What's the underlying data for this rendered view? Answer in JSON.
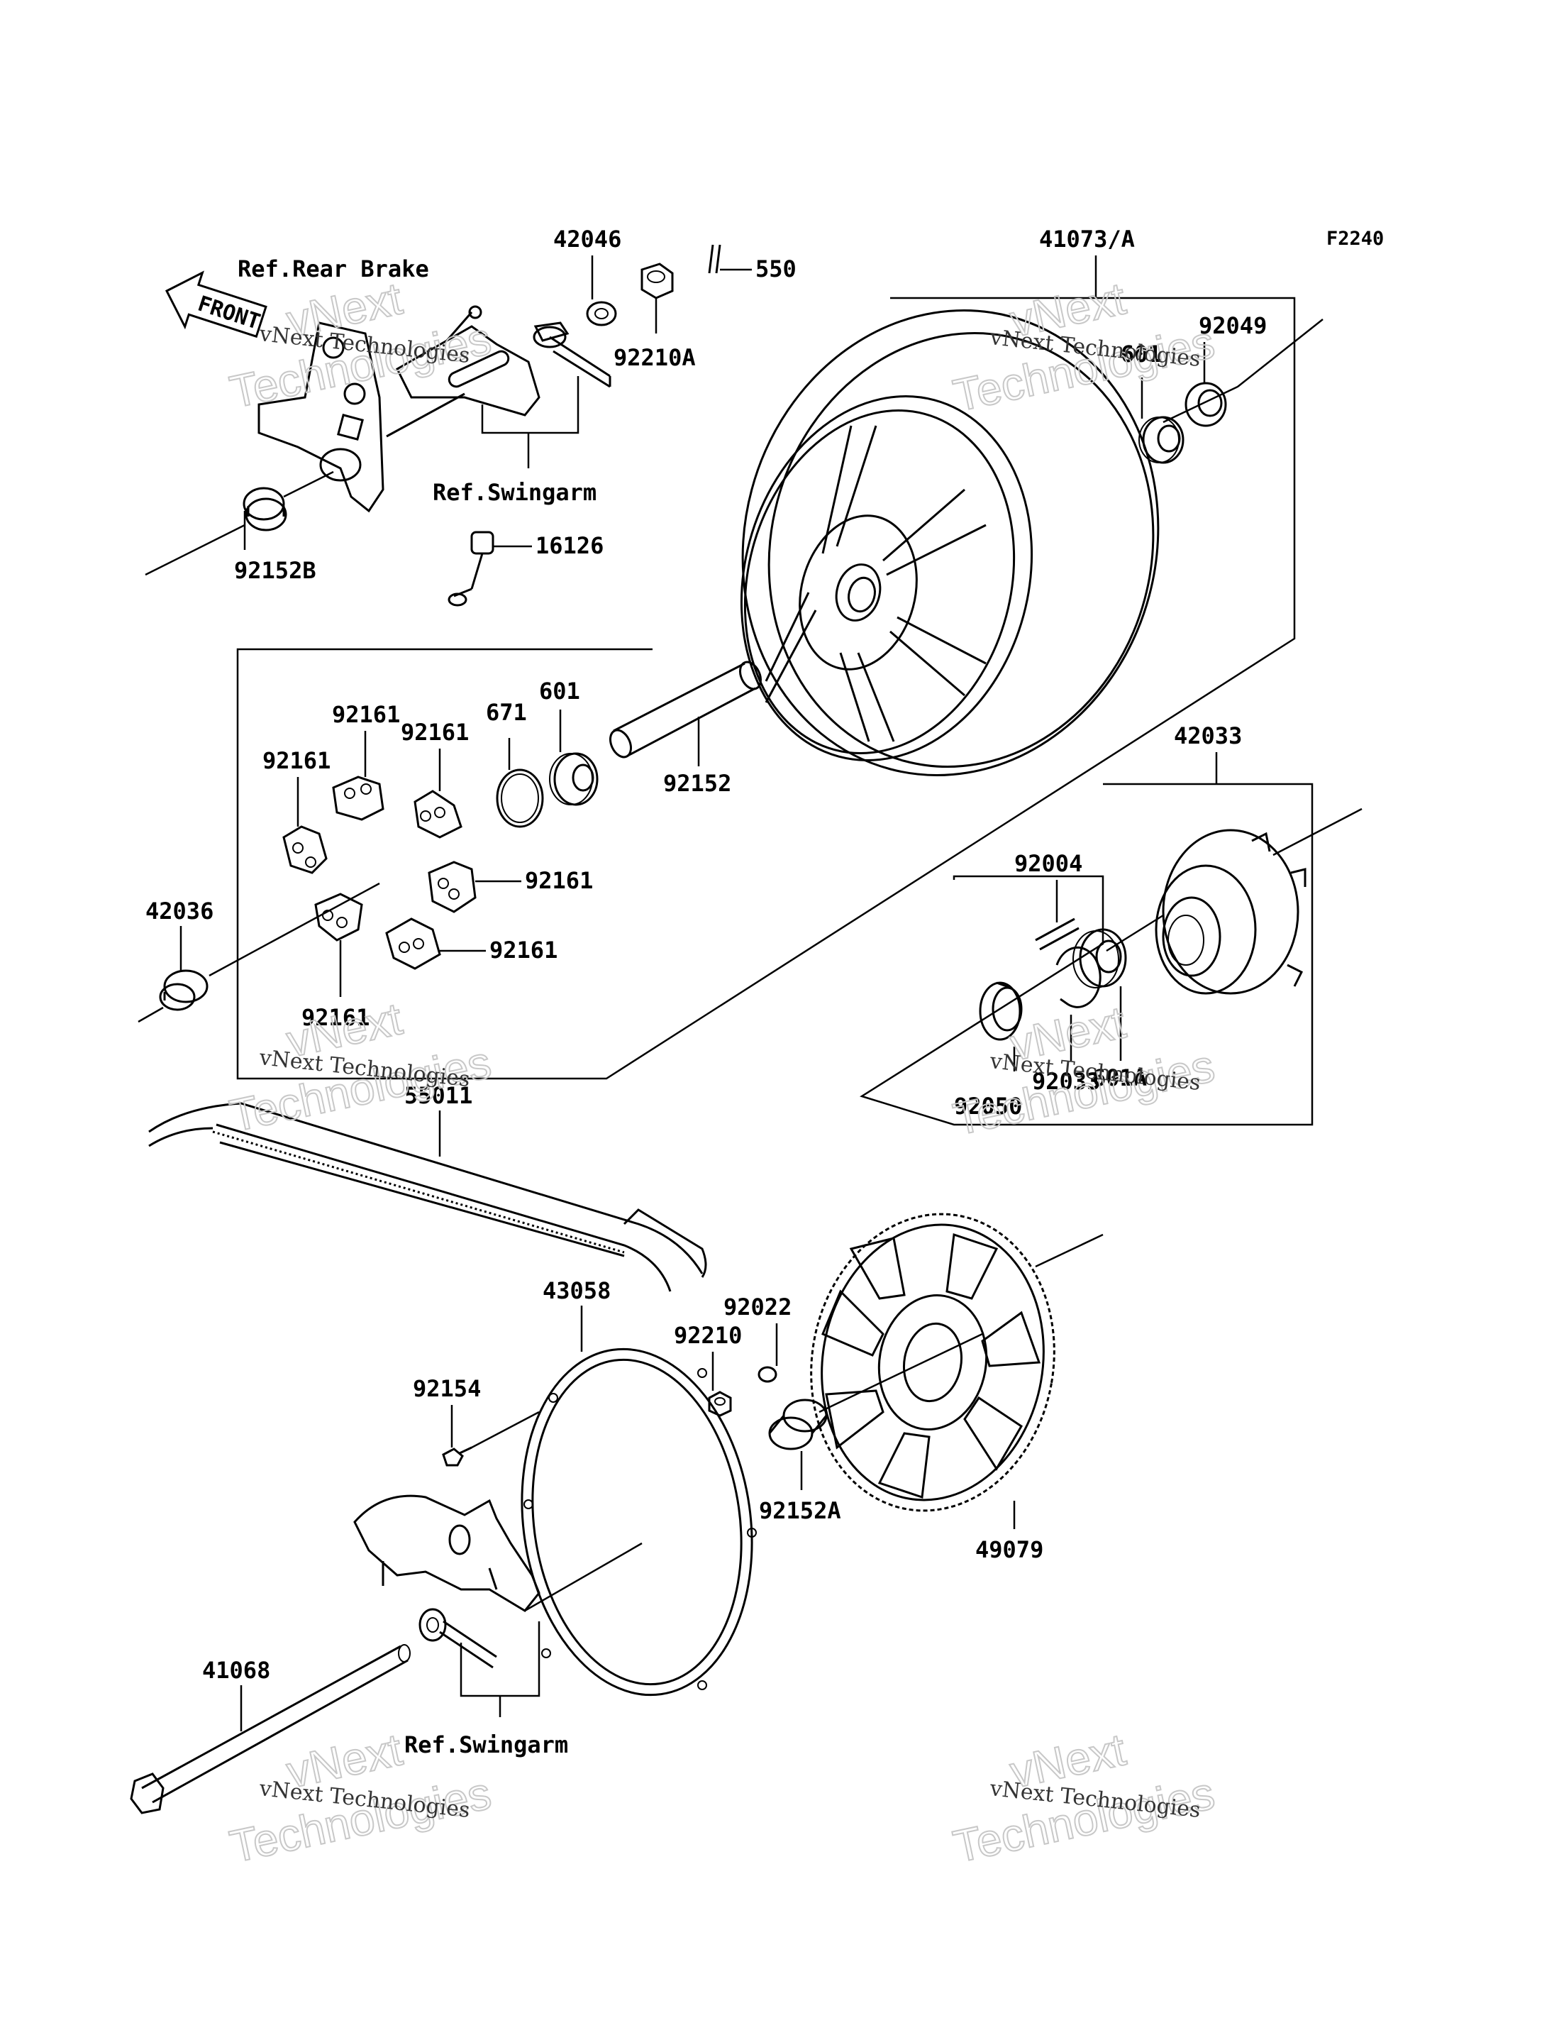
{
  "figure_code": "F2240",
  "front_marker": "FRONT",
  "refs": {
    "rear_brake": "Ref.Rear Brake",
    "swingarm_top": "Ref.Swingarm",
    "swingarm_bottom": "Ref.Swingarm"
  },
  "watermark": {
    "line1": "vNext Technologies",
    "line2": "Technologies",
    "line3": "vNext"
  },
  "parts": {
    "p42046": "42046",
    "p550": "550",
    "p92210A": "92210A",
    "p41073A": "41073/A",
    "p92049": "92049",
    "p601": "601",
    "p92152B": "92152B",
    "p16126": "16126",
    "p92161_a": "92161",
    "p92161_b": "92161",
    "p92161_c": "92161",
    "p92161_d": "92161",
    "p92161_e": "92161",
    "p92161_f": "92161",
    "p671": "671",
    "p601_b": "601",
    "p92152": "92152",
    "p42033": "42033",
    "p92004": "92004",
    "p42036": "42036",
    "p601A": "601A",
    "p92033": "92033",
    "p92050": "92050",
    "p55011": "55011",
    "p43058": "43058",
    "p92022": "92022",
    "p92210": "92210",
    "p92154": "92154",
    "p92152A": "92152A",
    "p49079": "49079",
    "p41068": "41068"
  }
}
